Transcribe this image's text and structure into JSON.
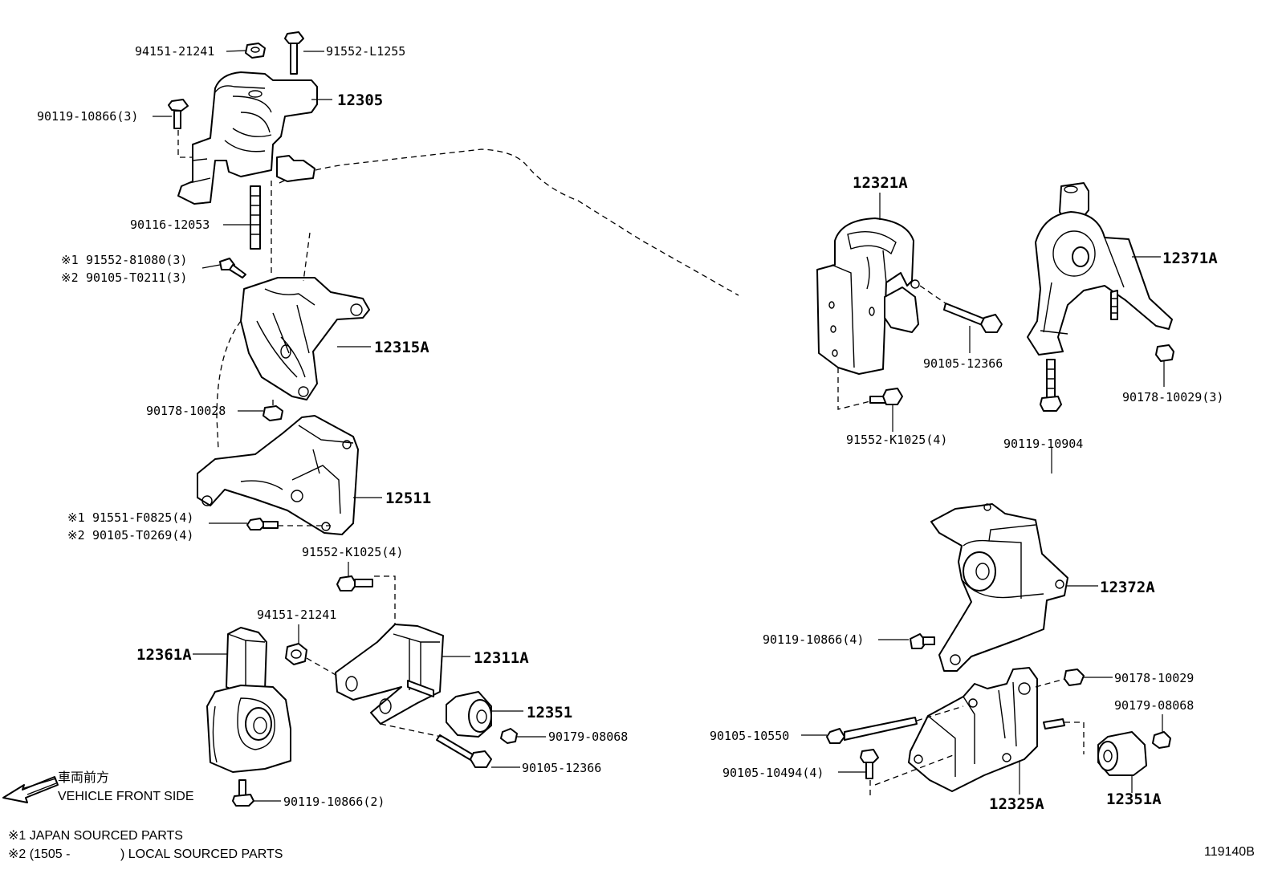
{
  "callouts": {
    "p94151_21241_top": "94151-21241",
    "p91552_L1255": "91552-L1255",
    "p12305": "12305",
    "p90119_10866_3": "90119-10866(3)",
    "p90116_12053": "90116-12053",
    "p91552_81080_3": "91552-81080(3)",
    "p90105_T0211_3": "90105-T0211(3)",
    "p12315A": "12315A",
    "p90178_10028": "90178-10028",
    "p12511": "12511",
    "p91551_F0825_4": "91551-F0825(4)",
    "p90105_T0269_4": "90105-T0269(4)",
    "p91552_K1025_4_left": "91552-K1025(4)",
    "p94151_21241_mid": "94151-21241",
    "p12361A": "12361A",
    "p12311A": "12311A",
    "p12351": "12351",
    "p90179_08068_left": "90179-08068",
    "p90105_12366_left": "90105-12366",
    "p90119_10866_2": "90119-10866(2)",
    "p12321A": "12321A",
    "p12371A": "12371A",
    "p90105_12366_right": "90105-12366",
    "p90178_10029_3": "90178-10029(3)",
    "p91552_K1025_4_right": "91552-K1025(4)",
    "p90119_10904": "90119-10904",
    "p12372A": "12372A",
    "p90119_10866_4": "90119-10866(4)",
    "p90178_10029": "90178-10029",
    "p90179_08068_right": "90179-08068",
    "p90105_10550": "90105-10550",
    "p90105_10494_4": "90105-10494(4)",
    "p12325A": "12325A",
    "p12351A": "12351A"
  },
  "marks": {
    "mark1": "※1",
    "mark2": "※2"
  },
  "direction": {
    "label_jp": "車両前方",
    "label_en": "VEHICLE FRONT SIDE"
  },
  "legend": {
    "line1": "※1 JAPAN SOURCED PARTS",
    "line2_prefix": "※2 (1505 -",
    "line2_suffix": ") LOCAL SOURCED PARTS"
  },
  "figure_id": "119140B"
}
